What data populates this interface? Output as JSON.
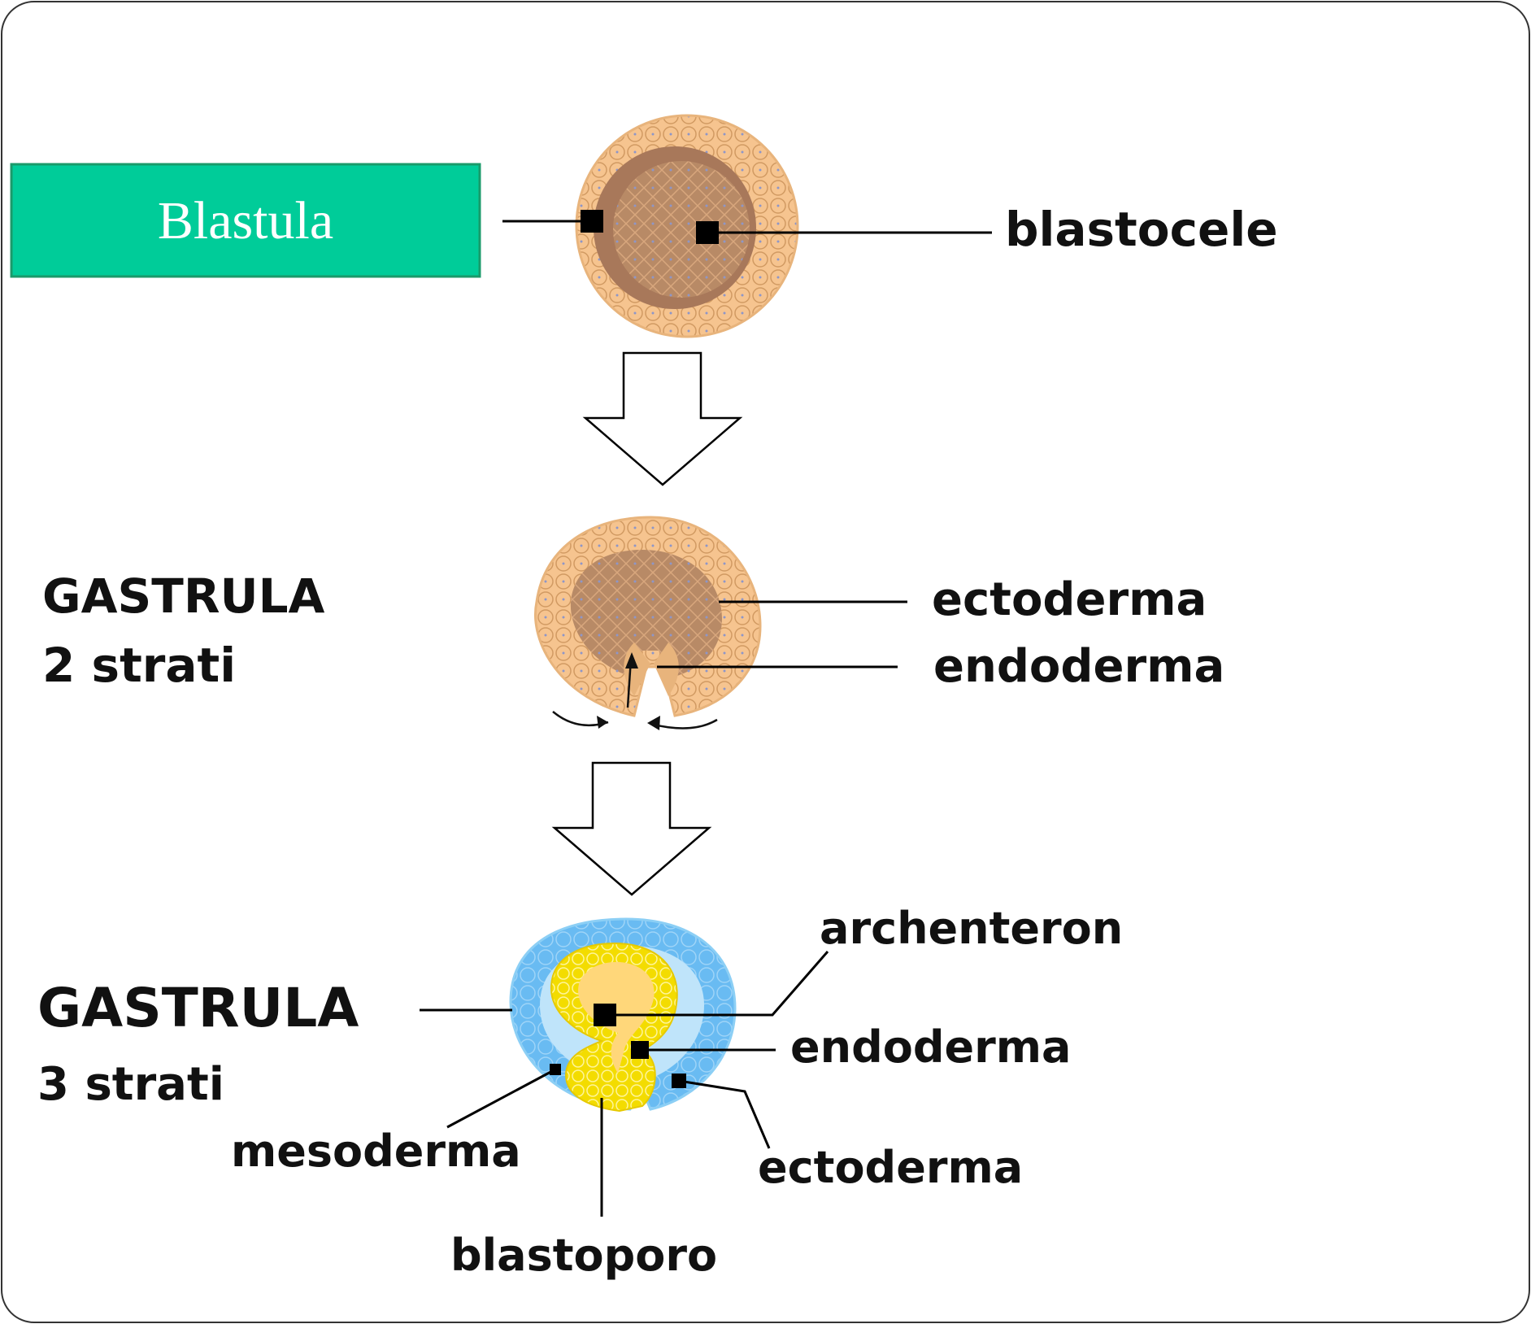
{
  "colors": {
    "box_fill": "#00CC99",
    "blastula_cells": "#F6C48F",
    "blastula_inner": "#A8785A",
    "gastrula3_ecto": "#5FB7F2",
    "gastrula3_meso": "#BFE4FA",
    "gastrula3_endo": "#F5E000",
    "gastrula3_archenteron": "#FFD77A"
  },
  "blastula": {
    "box_label": "Blastula",
    "blastocele_label": "blastocele"
  },
  "gastrula2": {
    "title": "GASTRULA",
    "subtitle": "2 strati",
    "ectoderm_label": "ectoderma",
    "endoderm_label": "endoderma"
  },
  "gastrula3": {
    "title": "GASTRULA",
    "subtitle": "3 strati",
    "archenteron_label": "archenteron",
    "endoderm_label": "endoderma",
    "mesoderm_label": "mesoderma",
    "ectoderm_label": "ectoderma",
    "blastopore_label": "blastoporo"
  }
}
